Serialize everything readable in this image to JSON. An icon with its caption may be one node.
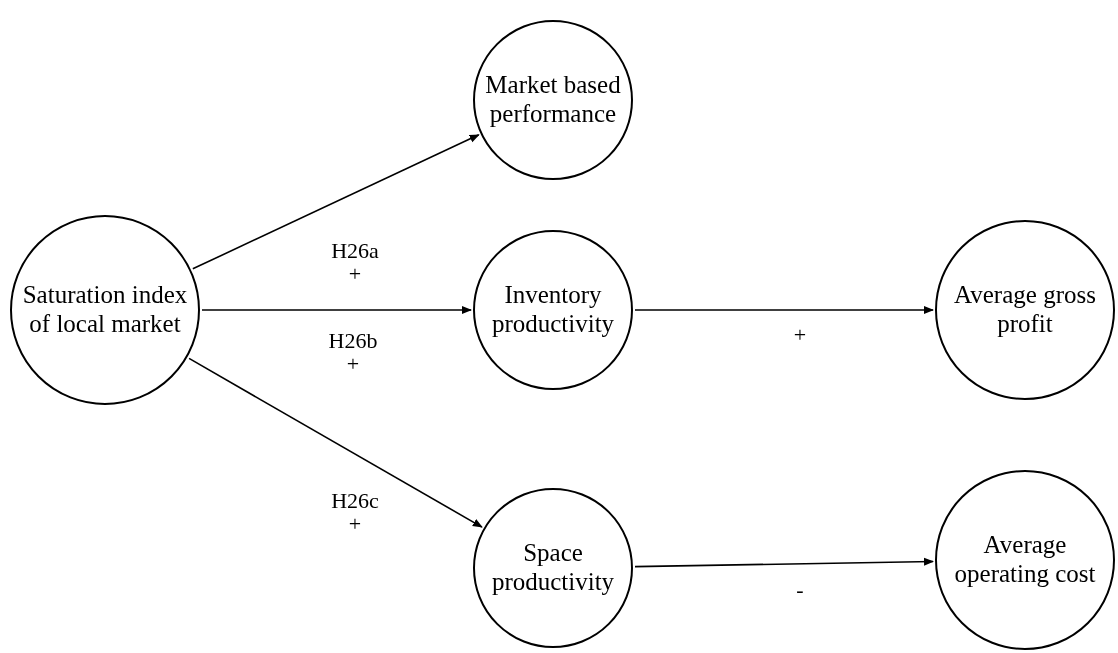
{
  "diagram": {
    "nodes": [
      {
        "text": [
          "Saturation index of local market"
        ]
      },
      {
        "text": [
          "Market based performance"
        ]
      },
      {
        "text": [
          "Inventory productivity"
        ]
      },
      {
        "text": [
          "Average gross profit"
        ]
      },
      {
        "text": [
          "Space productivity"
        ]
      },
      {
        "text": [
          "Average operating cost"
        ]
      }
    ],
    "edges": [
      {
        "from": 0,
        "to": 1,
        "arrow": "to",
        "label": "H26a +"
      },
      {
        "from": 0,
        "to": 2,
        "arrow": "to",
        "label": "H26b +"
      },
      {
        "from": 0,
        "to": 4,
        "arrow": "to",
        "label": "H26c +"
      },
      {
        "from": 2,
        "to": 3,
        "arrow": "to",
        "label": "+"
      },
      {
        "from": 4,
        "to": 5,
        "arrow": "to",
        "label": "-"
      }
    ]
  }
}
